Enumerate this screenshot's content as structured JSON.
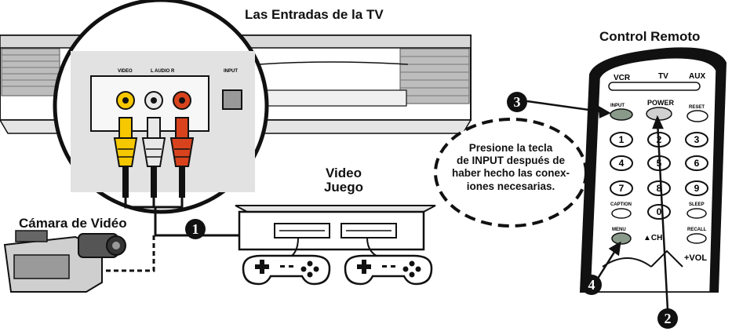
{
  "labels": {
    "tv_inputs": "Las Entradas de la TV",
    "remote": "Control Remoto",
    "camera": "Cámara de Vidéo",
    "video_game_line1": "Video",
    "video_game_line2": "Juego"
  },
  "note": {
    "line1": "Presione la tecla",
    "line2": "de INPUT después de",
    "line3": "haber hecho las conex-",
    "line4": "iones necesarias."
  },
  "steps": {
    "one": "1",
    "two": "2",
    "three": "3",
    "four": "4"
  },
  "remote_buttons": {
    "vcr": "VCR",
    "tv": "TV",
    "aux": "AUX",
    "input": "INPUT",
    "power": "POWER",
    "reset": "RESET",
    "caption": "CAPTION",
    "sleep": "SLEEP",
    "menu": "MENU",
    "recall": "RECALL",
    "ch": "▲CH",
    "vol": "+VOL",
    "digits": [
      "1",
      "2",
      "3",
      "4",
      "5",
      "6",
      "7",
      "8",
      "9",
      "0"
    ]
  },
  "tv_panel": {
    "video": "VIDEO",
    "audio": "L AUDIO R",
    "input": "INPUT"
  },
  "colors": {
    "yellow_plug": "#f5c800",
    "white_plug": "#e8e8e8",
    "red_plug": "#d8431e",
    "line": "#111111"
  }
}
